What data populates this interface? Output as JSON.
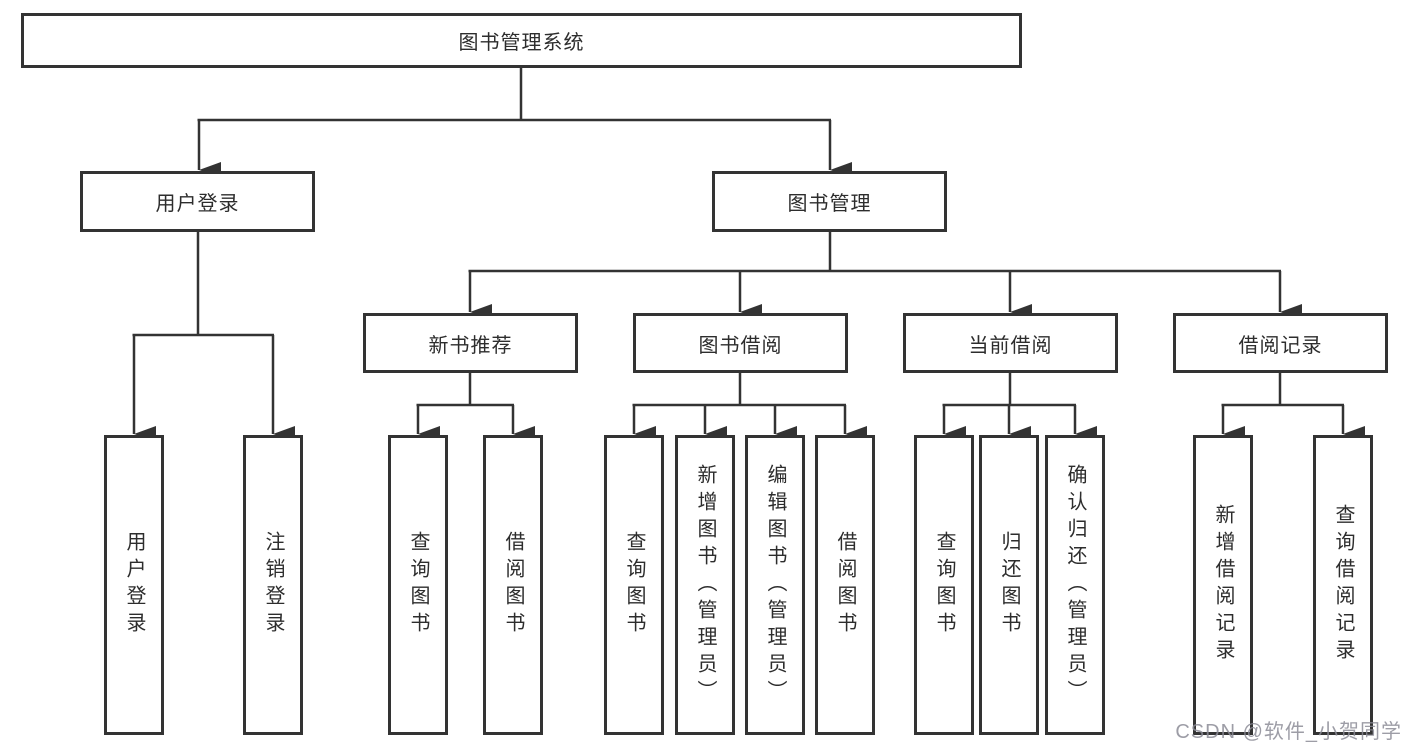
{
  "diagram": {
    "root": {
      "label": "图书管理系统"
    },
    "branches": [
      {
        "label": "用户登录",
        "children": [
          {
            "label": "用户登录"
          },
          {
            "label": "注销登录"
          }
        ]
      },
      {
        "label": "图书管理",
        "groups": [
          {
            "label": "新书推荐",
            "children": [
              {
                "label": "查询图书"
              },
              {
                "label": "借阅图书"
              }
            ]
          },
          {
            "label": "图书借阅",
            "children": [
              {
                "label": "查询图书"
              },
              {
                "label": "新增图书（管理员）"
              },
              {
                "label": "编辑图书（管理员）"
              },
              {
                "label": "借阅图书"
              }
            ]
          },
          {
            "label": "当前借阅",
            "children": [
              {
                "label": "查询图书"
              },
              {
                "label": "归还图书"
              },
              {
                "label": "确认归还（管理员）"
              }
            ]
          },
          {
            "label": "借阅记录",
            "children": [
              {
                "label": "新增借阅记录"
              },
              {
                "label": "查询借阅记录"
              }
            ]
          }
        ]
      }
    ]
  },
  "watermark": {
    "text": "CSDN @软件_小贺同学"
  },
  "colors": {
    "line": "#333333",
    "text": "#2d2d2d",
    "watermark": "#8c8c96"
  }
}
